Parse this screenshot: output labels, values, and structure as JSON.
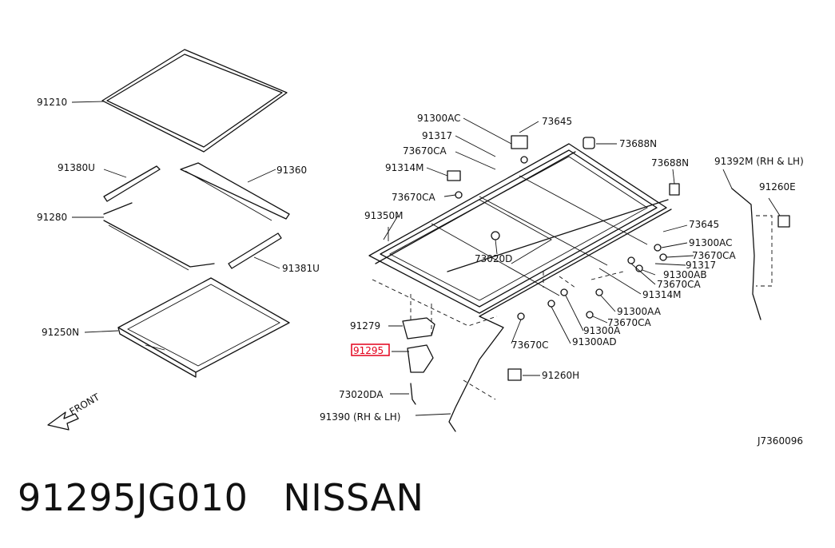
{
  "labels": {
    "p91210": "91210",
    "p91380U": "91380U",
    "p91360": "91360",
    "p91280": "91280",
    "p91381U": "91381U",
    "p91250N": "91250N",
    "p91300AC_top": "91300AC",
    "p73645_top": "73645",
    "p91317_top": "91317",
    "p73688N_top": "73688N",
    "p73670CA_top": "73670CA",
    "p91314M_top": "91314M",
    "p73670CA_mid": "73670CA",
    "p73688N_right": "73688N",
    "p91392M": "91392M (RH & LH)",
    "p91260E": "91260E",
    "p91350M": "91350M",
    "p73645_right": "73645",
    "p91300AC_right": "91300AC",
    "p73020D": "73020D",
    "p73670CA_r1": "73670CA",
    "p91317_right": "91317",
    "p91300AB": "91300AB",
    "p73670CA_r2": "73670CA",
    "p91314M_bottom": "91314M",
    "p91300AA": "91300AA",
    "p91279": "91279",
    "p73670CA_r3": "73670CA",
    "p91300A": "91300A",
    "p91295": "91295",
    "p73670C": "73670C",
    "p91300AD": "91300AD",
    "p91260H": "91260H",
    "p73020DA": "73020DA",
    "p91390": "91390 (RH & LH)",
    "front": "FRONT",
    "diagram_code": "J7360096"
  },
  "highlight_color": "#e3001b",
  "footer": {
    "part_number": "91295JG010",
    "brand": "NISSAN"
  }
}
